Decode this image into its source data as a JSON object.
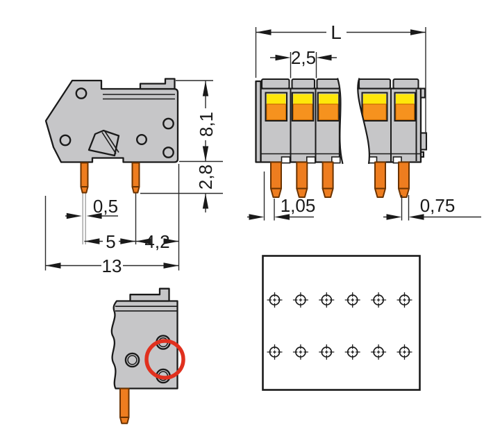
{
  "meta": {
    "type": "technical-dimensional-drawing",
    "subject": "PCB terminal block with push lever - dimensioned views"
  },
  "colors": {
    "body_gray": "#c6c6c8",
    "spring_yellow": "#ffe70a",
    "lever_orange": "#f6921e",
    "pin_copper": "#ee7d1f",
    "pin_outline": "#6b3300",
    "line_dark": "#1a1a1a",
    "highlight_red": "#e0301e"
  },
  "side_view": {
    "name": "side view",
    "dims": {
      "housing_height": "8,1",
      "pin_length": "2,8",
      "wire_width": "0,5",
      "pin_spacing": "5",
      "edge_offset": "4,2",
      "total_depth": "13"
    }
  },
  "front_view": {
    "name": "front view (broken length)",
    "dims": {
      "total_length": "L",
      "pole_pitch": "2,5",
      "pin_offset": "1,05",
      "pin_width": "0,75"
    }
  },
  "detail_view": {
    "name": "detail view with highlighted clamping area"
  },
  "drill_plan": {
    "name": "drilling plan",
    "rows": 2,
    "columns": 6
  }
}
